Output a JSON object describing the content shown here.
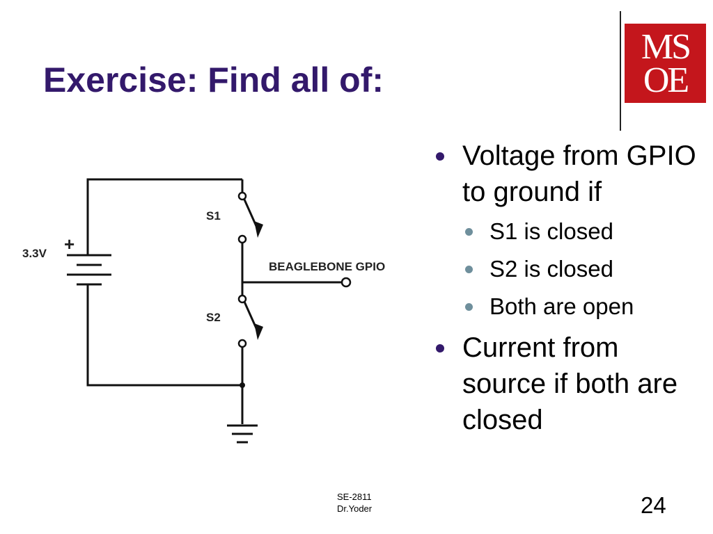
{
  "slide": {
    "title": "Exercise: Find all of:",
    "page_number": "24"
  },
  "logo": {
    "line1": "MS",
    "line2": "OE",
    "color": "#c4161c"
  },
  "circuit": {
    "source_label": "3.3V",
    "plus_sign": "+",
    "switch1_label": "S1",
    "switch2_label": "S2",
    "output_label": "BEAGLEBONE GPIO"
  },
  "bullets": [
    {
      "text": "Voltage from GPIO to ground if",
      "sub": [
        "S1 is closed",
        "S2 is closed",
        "Both are open"
      ]
    },
    {
      "text": "Current from source if both are closed",
      "sub": []
    }
  ],
  "footer": {
    "course": "SE-2811",
    "author": "Dr.Yoder"
  },
  "colors": {
    "title": "#33196b",
    "bullet": "#33196b",
    "sub_bullet": "#6f8f9c"
  }
}
